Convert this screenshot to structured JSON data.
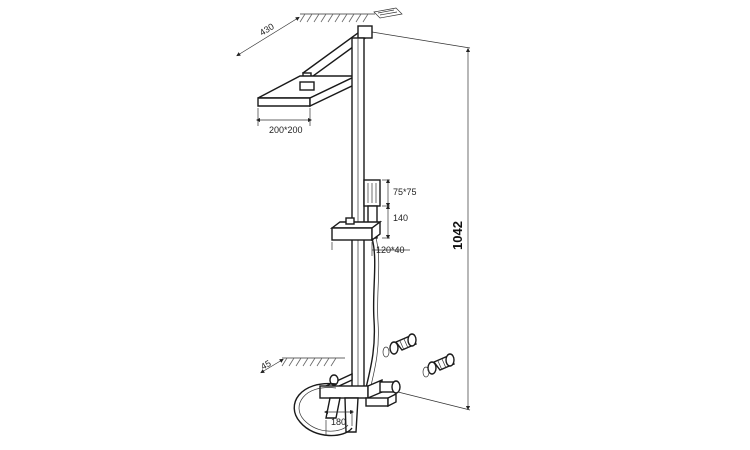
{
  "dimensions": {
    "arm_length": "430",
    "head_size": "200*200",
    "hand_shower_head": "75*75",
    "hand_shower_handle": "140",
    "holder": "120*40",
    "total_height": "1042",
    "wall_offset": "45",
    "mixer_width": "180"
  },
  "icons": {
    "wall_plate": "wall-bracket-icon",
    "fitting_a": "eccentric-connector-icon",
    "fitting_b": "eccentric-connector-icon"
  },
  "colors": {
    "line": "#1a1a1a",
    "background": "#ffffff"
  }
}
